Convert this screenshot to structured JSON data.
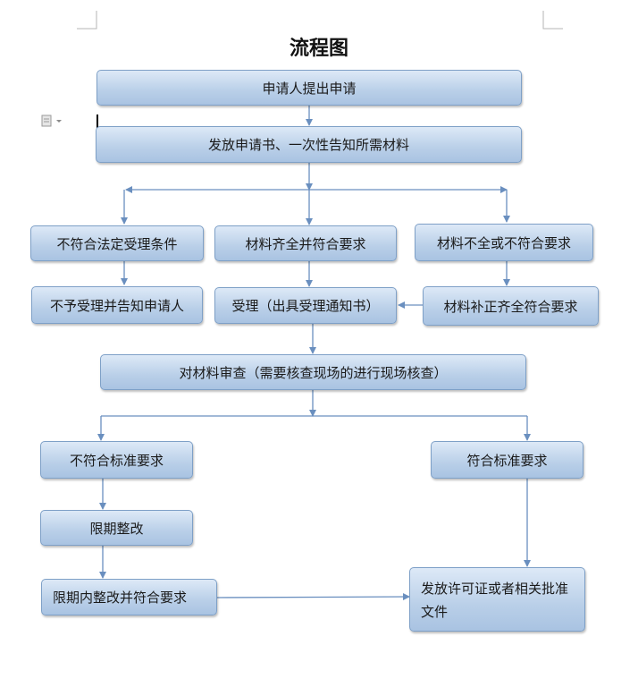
{
  "title": "流程图",
  "nodes": {
    "n1": "申请人提出申请",
    "n2": "发放申请书、一次性告知所需材料",
    "n3": "不符合法定受理条件",
    "n4": "材料齐全并符合要求",
    "n5": "材料不全或不符合要求",
    "n6": "不予受理并告知申请人",
    "n7": "受理（出具受理通知书）",
    "n8": "材料补正齐全符合要求",
    "n9": "对材料审查（需要核查现场的进行现场核查）",
    "n10": "不符合标准要求",
    "n11": "符合标准要求",
    "n12": "限期整改",
    "n13": "限期内整改并符合要求",
    "n14": "发放许可证或者相关批准文件"
  },
  "colors": {
    "box_fill": "#b9cfe8",
    "box_border": "#7ea0c7",
    "arrow": "#6a8fbf"
  },
  "icons": {
    "doc": "document-icon"
  }
}
